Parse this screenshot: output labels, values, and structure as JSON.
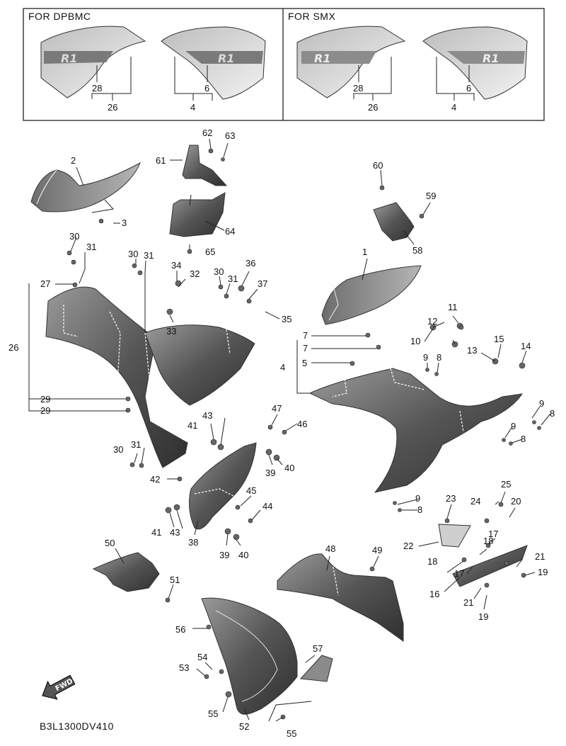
{
  "diagram_code": "B3L1300DV410",
  "fwd_label": "FWD",
  "header_boxes": [
    {
      "title": "FOR DPBMC",
      "logo": "R1",
      "labels": [
        "28",
        "26",
        "6",
        "4"
      ]
    },
    {
      "title": "FOR SMX",
      "logo": "R1",
      "labels": [
        "28",
        "26",
        "6",
        "4"
      ]
    }
  ],
  "callouts": [
    "1",
    "2",
    "3",
    "4",
    "5",
    "6",
    "7",
    "8",
    "9",
    "10",
    "11",
    "12",
    "13",
    "14",
    "15",
    "16",
    "17",
    "18",
    "19",
    "20",
    "21",
    "22",
    "23",
    "24",
    "25",
    "26",
    "27",
    "28",
    "29",
    "30",
    "31",
    "32",
    "33",
    "34",
    "35",
    "36",
    "37",
    "38",
    "39",
    "40",
    "41",
    "42",
    "43",
    "44",
    "45",
    "46",
    "47",
    "48",
    "49",
    "50",
    "51",
    "52",
    "53",
    "54",
    "55",
    "56",
    "57",
    "58",
    "59",
    "60",
    "61",
    "62",
    "63",
    "64",
    "65"
  ],
  "colors": {
    "part_dark": "#4a4a4a",
    "part_mid": "#8a8a8a",
    "part_light": "#c8c8c8",
    "line": "#222222"
  }
}
